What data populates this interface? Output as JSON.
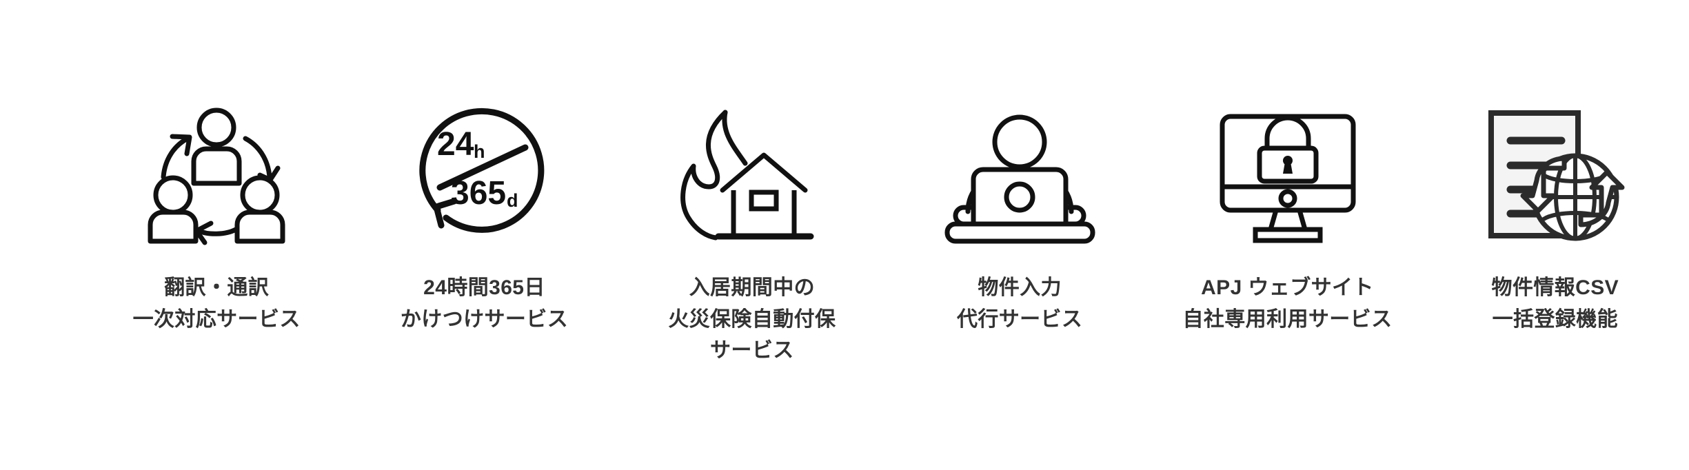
{
  "page": {
    "background_color": "#ffffff",
    "text_color": "#333333",
    "icon_color": "#111111"
  },
  "features": [
    {
      "icon": "three-people-cycle-icon",
      "label_lines": [
        "翻訳・通訳",
        "一次対応サービス"
      ]
    },
    {
      "icon": "24h-365d-cycle-icon",
      "label_lines": [
        "24時間365日",
        "かけつけサービス"
      ],
      "icon_text": {
        "hours": "24",
        "hours_unit": "h",
        "days": "365",
        "days_unit": "d"
      }
    },
    {
      "icon": "fire-house-icon",
      "label_lines": [
        "入居期間中の",
        "火災保険自動付保",
        "サービス"
      ]
    },
    {
      "icon": "person-laptop-icon",
      "label_lines": [
        "物件入力",
        "代行サービス"
      ]
    },
    {
      "icon": "monitor-lock-icon",
      "label_lines": [
        "APJ ウェブサイト",
        "自社専用利用サービス"
      ]
    },
    {
      "icon": "document-globe-sync-icon",
      "label_lines": [
        "物件情報CSV",
        "一括登録機能"
      ]
    }
  ]
}
